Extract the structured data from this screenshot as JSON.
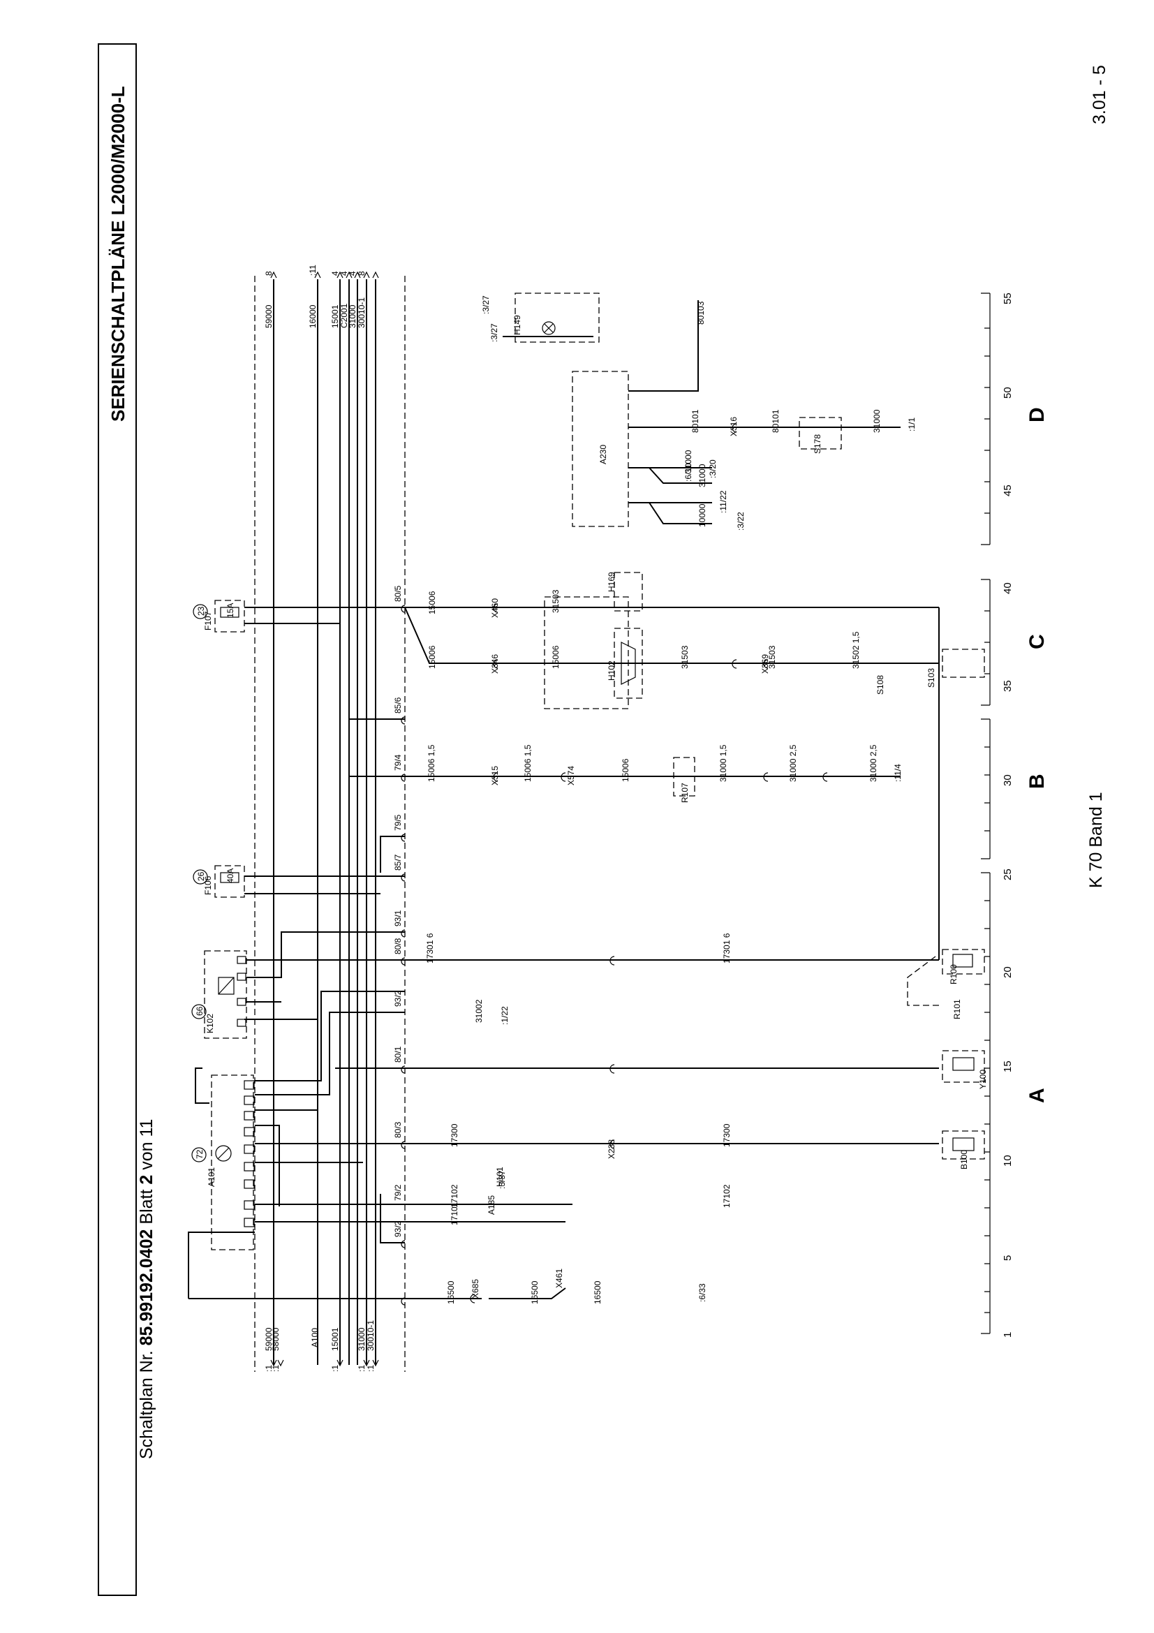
{
  "header": {
    "title": "SERIENSCHALTPLÄNE L2000/M2000-L",
    "plan_prefix": "Schaltplan Nr.",
    "plan_number": "85.99192.0402",
    "sheet_word": "Blatt",
    "sheet_no": "2",
    "sheet_of": "von 11"
  },
  "footer": {
    "page_number": "3.01 - 5",
    "volume": "K 70  Band 1"
  },
  "sections": [
    "A",
    "B",
    "C",
    "D"
  ],
  "scale_ticks": [
    "1",
    "5",
    "10",
    "15",
    "20",
    "25",
    "30",
    "35",
    "40",
    "45",
    "50",
    "55"
  ],
  "components": [
    {
      "id": "A101",
      "tag": "72"
    },
    {
      "id": "K102",
      "tag": "66"
    },
    {
      "id": "F106",
      "tag": "26",
      "rating": "40A"
    },
    {
      "id": "F107",
      "tag": "23",
      "rating": "15A"
    },
    {
      "id": "A185"
    },
    {
      "id": "H101"
    },
    {
      "id": "X685"
    },
    {
      "id": "X461"
    },
    {
      "id": "X238"
    },
    {
      "id": "X315"
    },
    {
      "id": "X574"
    },
    {
      "id": "R107"
    },
    {
      "id": "X346"
    },
    {
      "id": "X460"
    },
    {
      "id": "H102"
    },
    {
      "id": "H169"
    },
    {
      "id": "X369"
    },
    {
      "id": "S108"
    },
    {
      "id": "S103"
    },
    {
      "id": "A230"
    },
    {
      "id": "X316"
    },
    {
      "id": "S178"
    },
    {
      "id": "H149"
    },
    {
      "id": "B100"
    },
    {
      "id": "Y100"
    },
    {
      "id": "R100"
    },
    {
      "id": "R101"
    },
    {
      "id": "A100"
    }
  ],
  "wire_labels": {
    "bus_top": [
      "59000",
      "16000",
      "15001",
      "C2001",
      "31000",
      "30010-1"
    ],
    "bus_top_refs": [
      "8",
      ":11",
      "4",
      "4",
      "4",
      "8"
    ],
    "bus_bottom": [
      "59000",
      "58000",
      "15001",
      "31000",
      "30010-1"
    ],
    "bus_bottom_refs": [
      ":1",
      ":1",
      ":1",
      ":1",
      ":1"
    ],
    "circuit_a": [
      "16500",
      "16500",
      "16500",
      "17101",
      "17102",
      "17102",
      "17300",
      "17300",
      "31002",
      "17301 6",
      "17301 6"
    ],
    "circuit_b": [
      "15006 1,5",
      "15006 1,5",
      "15006",
      "31000 1,5",
      "31000 2,5",
      "31000 2,5"
    ],
    "circuit_c": [
      "15006",
      "15006",
      "15006",
      "31503",
      "31503",
      "31502 1,5",
      "31503"
    ],
    "circuit_d": [
      "80101",
      "80101",
      "80103",
      "31000",
      "10000",
      "31000",
      "31000"
    ],
    "refs": [
      ":6/33",
      ":3/37",
      ":1/22",
      ":11/4",
      ":1/1",
      ":6/10",
      ":3/20",
      ":11/22",
      ":3/22",
      ":3/27",
      ":3/27"
    ],
    "bus_tags": [
      "93/2",
      "79/2",
      "80/3",
      "80/1",
      "93/2",
      "80/8",
      "93/1",
      "85/7",
      "79/5",
      "79/4",
      "85/6",
      "80/5"
    ]
  }
}
